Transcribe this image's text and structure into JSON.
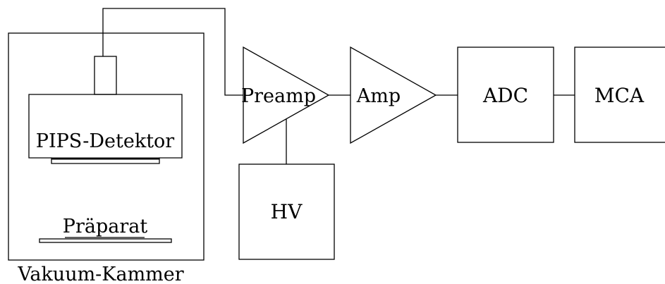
{
  "labels": {
    "detector": "PIPS-Detektor",
    "sample": "Präparat",
    "chamber": "Vakuum-Kammer",
    "preamp": "Preamp",
    "amp": "Amp",
    "hv": "HV",
    "adc": "ADC",
    "mca": "MCA"
  }
}
